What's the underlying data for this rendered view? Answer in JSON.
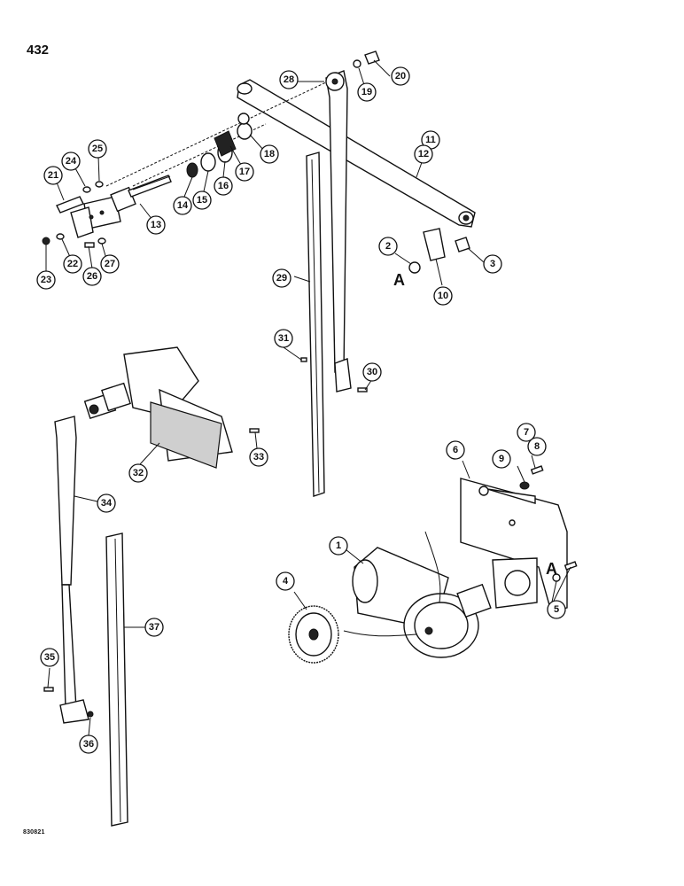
{
  "page_number": "432",
  "figure_code": "830821",
  "reference_letters": [
    "A",
    "A"
  ],
  "callouts": [
    "1",
    "2",
    "3",
    "4",
    "5",
    "6",
    "7",
    "8",
    "9",
    "10",
    "11",
    "12",
    "13",
    "14",
    "15",
    "16",
    "17",
    "18",
    "19",
    "20",
    "21",
    "22",
    "23",
    "24",
    "25",
    "26",
    "27",
    "28",
    "29",
    "30",
    "31",
    "32",
    "33",
    "34",
    "35",
    "36",
    "37"
  ]
}
